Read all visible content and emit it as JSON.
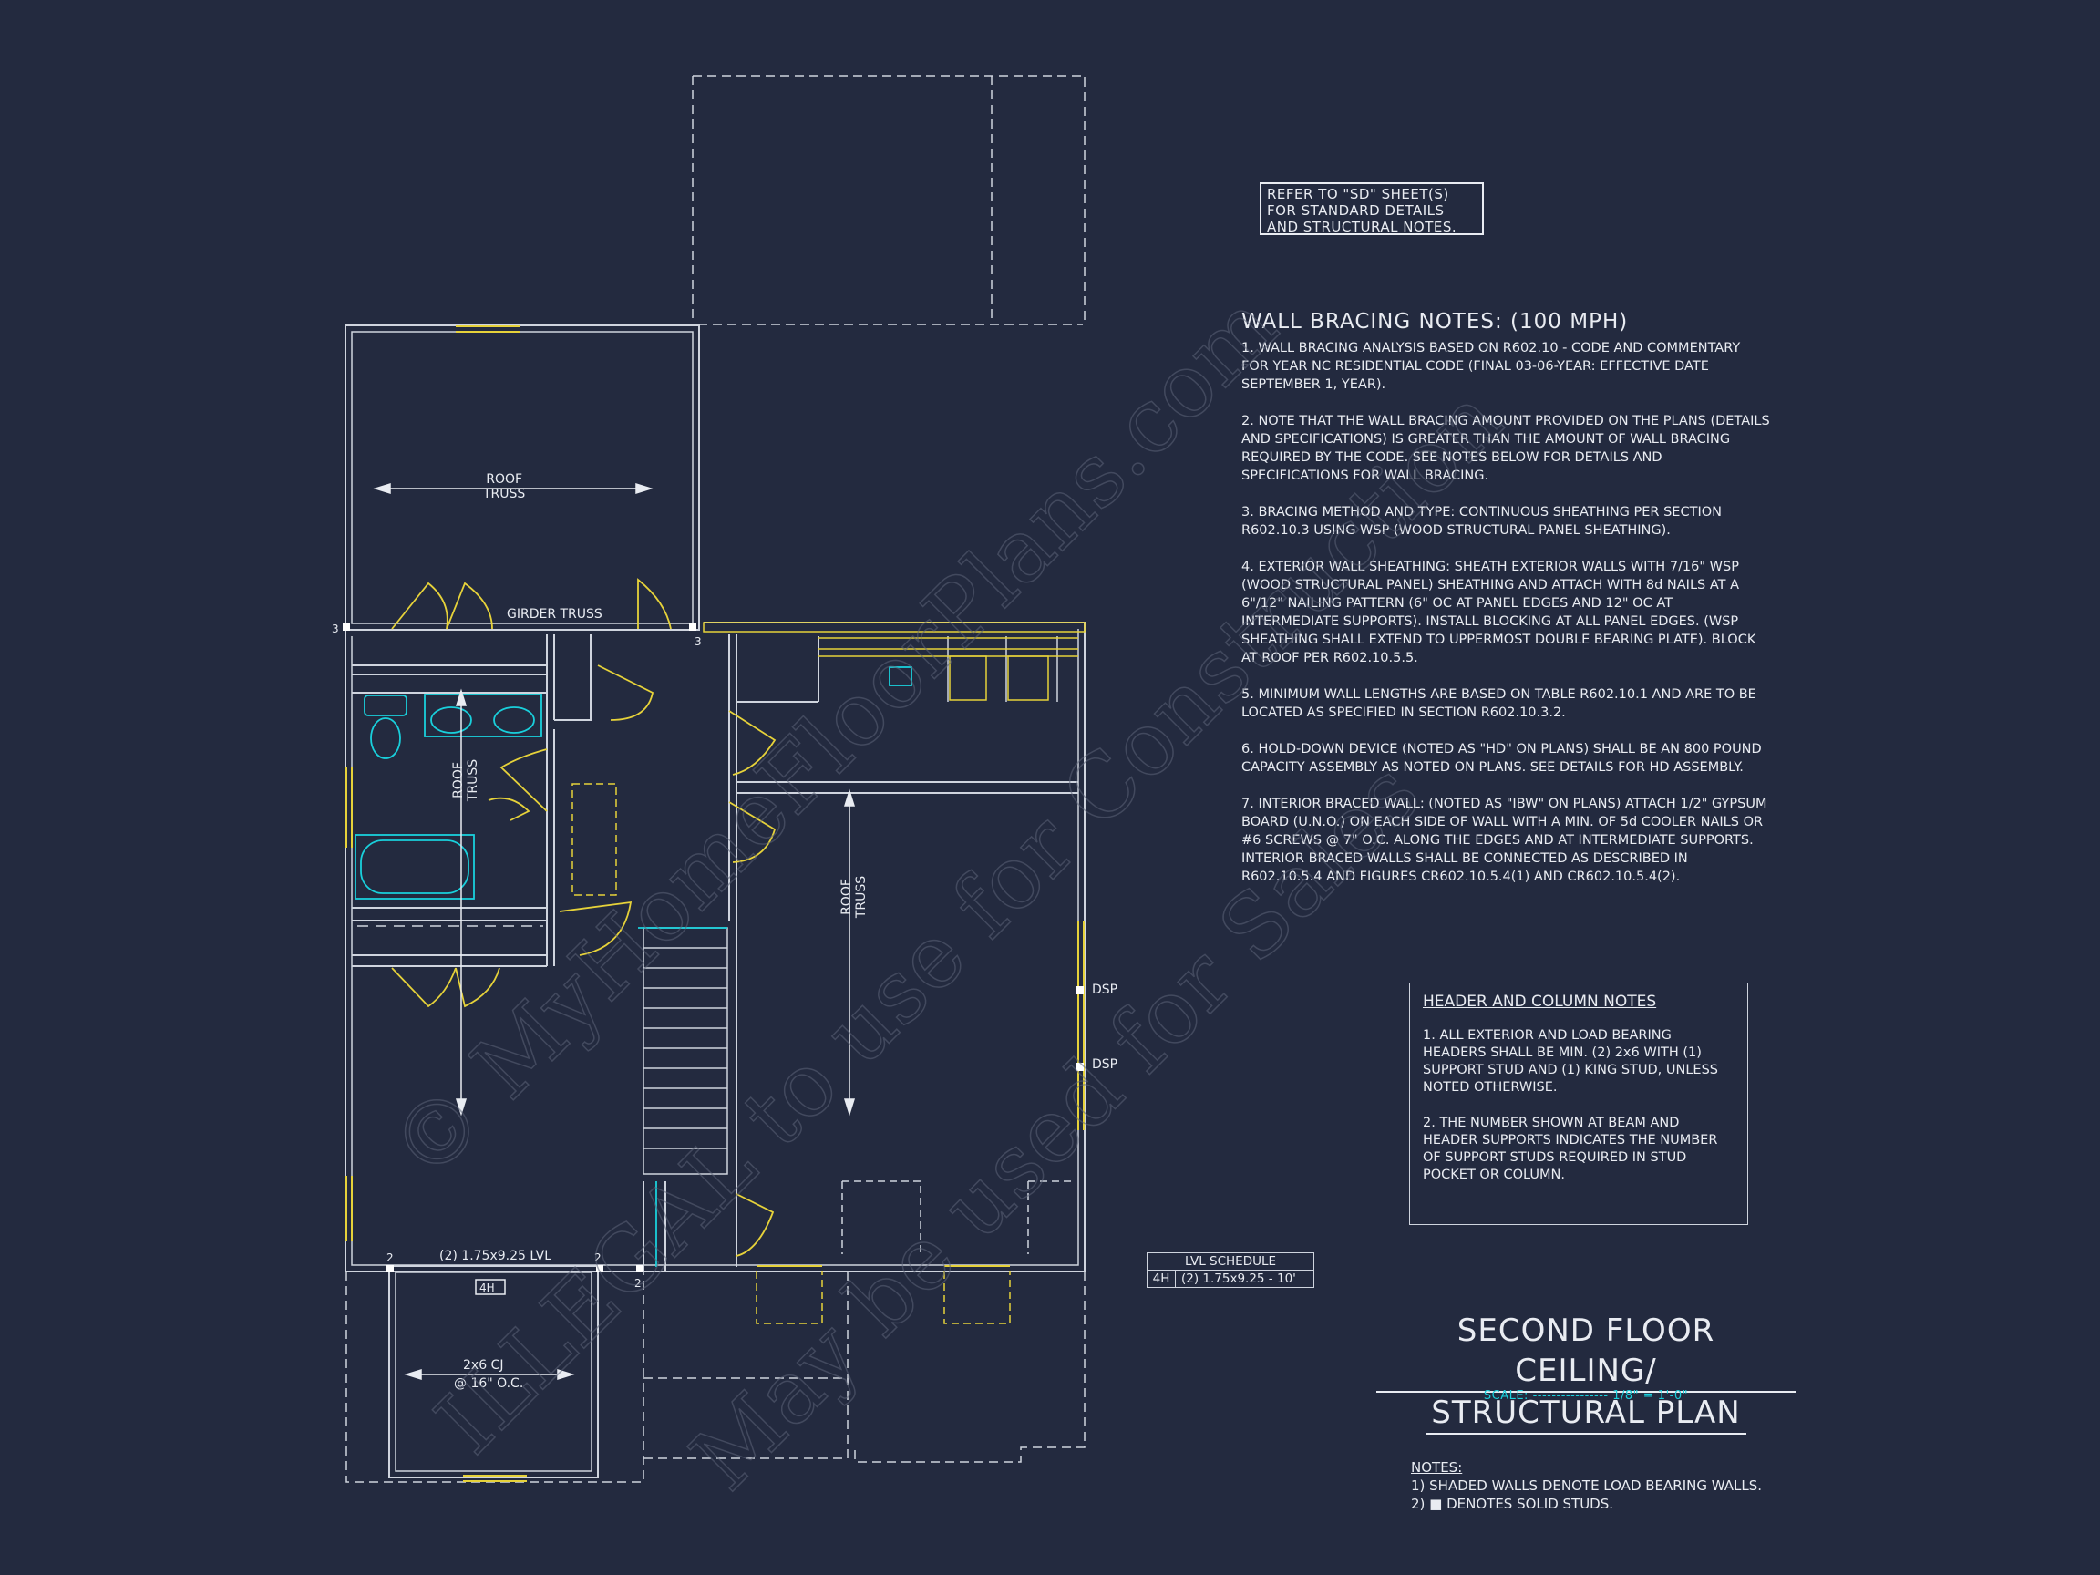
{
  "reference_note": "REFER TO \"SD\" SHEET(S) FOR STANDARD DETAILS AND STRUCTURAL NOTES.",
  "wall_bracing": {
    "title": "WALL BRACING NOTES: (100 MPH)",
    "notes": [
      "1. WALL BRACING ANALYSIS BASED ON R602.10 - CODE AND COMMENTARY FOR YEAR NC RESIDENTIAL CODE (FINAL 03-06-YEAR: EFFECTIVE DATE SEPTEMBER 1, YEAR).",
      "2. NOTE THAT THE WALL BRACING AMOUNT PROVIDED ON THE PLANS (DETAILS AND SPECIFICATIONS) IS GREATER THAN THE AMOUNT OF WALL BRACING REQUIRED BY THE CODE. SEE NOTES BELOW FOR DETAILS AND SPECIFICATIONS FOR WALL BRACING.",
      "3. BRACING METHOD AND TYPE: CONTINUOUS SHEATHING PER SECTION R602.10.3 USING WSP (WOOD STRUCTURAL PANEL SHEATHING).",
      "4. EXTERIOR WALL SHEATHING: SHEATH EXTERIOR WALLS WITH 7/16\" WSP (WOOD STRUCTURAL PANEL) SHEATHING AND ATTACH WITH 8d NAILS AT A 6\"/12\" NAILING PATTERN (6\" OC AT PANEL EDGES AND 12\" OC AT INTERMEDIATE SUPPORTS). INSTALL BLOCKING AT ALL PANEL EDGES. (WSP SHEATHING SHALL EXTEND TO UPPERMOST DOUBLE BEARING PLATE). BLOCK AT ROOF PER R602.10.5.5.",
      "5. MINIMUM WALL LENGTHS ARE BASED ON TABLE R602.10.1 AND ARE TO BE LOCATED AS SPECIFIED IN SECTION R602.10.3.2.",
      "6. HOLD-DOWN DEVICE (NOTED AS \"HD\" ON PLANS) SHALL BE AN 800 POUND CAPACITY ASSEMBLY AS NOTED ON PLANS. SEE DETAILS FOR HD ASSEMBLY.",
      "7. INTERIOR BRACED WALL: (NOTED AS \"IBW\" ON PLANS) ATTACH 1/2\" GYPSUM BOARD (U.N.O.) ON EACH SIDE OF WALL WITH A MIN. OF 5d COOLER NAILS OR #6 SCREWS @ 7\" O.C. ALONG THE EDGES AND AT INTERMEDIATE SUPPORTS. INTERIOR BRACED WALLS SHALL BE CONNECTED AS DESCRIBED IN R602.10.5.4 AND FIGURES CR602.10.5.4(1) AND CR602.10.5.4(2)."
    ]
  },
  "header_column": {
    "title": "HEADER AND COLUMN NOTES",
    "notes": [
      "1. ALL EXTERIOR AND LOAD BEARING HEADERS SHALL BE MIN. (2) 2x6 WITH (1) SUPPORT STUD AND (1) KING STUD, UNLESS NOTED OTHERWISE.",
      "2. THE NUMBER SHOWN AT BEAM AND HEADER SUPPORTS INDICATES THE NUMBER OF SUPPORT STUDS REQUIRED IN STUD POCKET OR COLUMN."
    ]
  },
  "lvl_schedule": {
    "title": "LVL SCHEDULE",
    "mark": "4H",
    "spec": "(2) 1.75x9.25 - 10'"
  },
  "plan_title": {
    "line1": "SECOND FLOOR CEILING/",
    "line2": "STRUCTURAL PLAN"
  },
  "scale": "SCALE: ---------------- 1/8\" = 1'-0\"",
  "notes": {
    "title": "NOTES:",
    "items": [
      "1) SHADED WALLS DENOTE LOAD BEARING WALLS.",
      "2) ■ DENOTES SOLID STUDS."
    ]
  },
  "plan_labels": {
    "roof_truss": "ROOF",
    "roof_truss_2": "TRUSS",
    "girder_truss": "GIRDER TRUSS",
    "lvl_beam": "(2) 1.75x9.25 LVL",
    "beam_mark": "4H",
    "ceiling_joist": "2x6 CJ",
    "ceiling_joist_2": "@ 16\" O.C.",
    "dsp": "DSP",
    "stud_2": "2",
    "stud_3": "3"
  },
  "watermark": {
    "line1": "© MyHomeFloorPlans.com",
    "line2": "ILLEGAL to use for Construction",
    "line3": "May be used for Sales"
  },
  "colors": {
    "background": "#232a3f",
    "line": "#e9ecf2",
    "yellow": "#e6d23a",
    "cyan": "#19d0dc"
  }
}
